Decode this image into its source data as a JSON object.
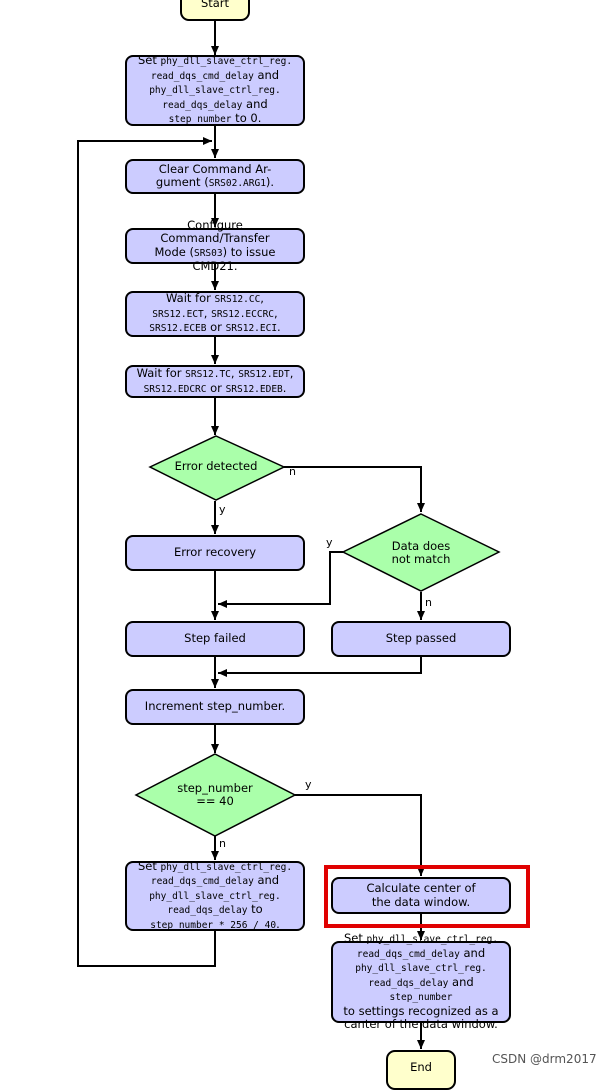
{
  "nodes": {
    "start": "Start",
    "init": {
      "t1": "Set ",
      "c1": "phy_dll_slave_ctrl_reg.",
      "c2": "read_dqs_cmd_delay",
      "t2": " and",
      "c3": "phy_dll_slave_ctrl_reg.",
      "c4": "read_dqs_delay",
      "t3": " and",
      "c5": "step_number",
      "t4": " to 0."
    },
    "clear_arg": {
      "t1": "Clear Command Ar-",
      "t2": "gument (",
      "c1": "SRS02.ARG1",
      "t3": ")."
    },
    "config_cmd": {
      "t1": "Configure Command/Transfer",
      "t2": "Mode (",
      "c1": "SRS03",
      "t3": ") to issue CMD21."
    },
    "wait_cc": {
      "t1": "Wait for ",
      "c1": "SRS12.CC",
      "t2": ",",
      "c2": "SRS12.ECT",
      "t3": ", ",
      "c3": "SRS12.ECCRC",
      "t4": ",",
      "c4": "SRS12.ECEB",
      "t5": " or ",
      "c5": "SRS12.ECI",
      "t6": "."
    },
    "wait_tc": {
      "t1": "Wait for ",
      "c1": "SRS12.TC",
      "t2": ", ",
      "c2": "SRS12.EDT",
      "t3": ",",
      "c3": "SRS12.EDCRC",
      "t4": " or ",
      "c4": "SRS12.EDEB",
      "t5": "."
    },
    "error_detected": "Error detected",
    "error_recovery": "Error recovery",
    "data_mismatch": {
      "l1": "Data does",
      "l2": "not match"
    },
    "step_failed": "Step failed",
    "step_passed": "Step passed",
    "increment": "Increment step_number.",
    "step_check": {
      "l1": "step_number",
      "l2": "== 40"
    },
    "set_delay": {
      "t1": "Set ",
      "c1": "phy_dll_slave_ctrl_reg.",
      "c2": "read_dqs_cmd_delay",
      "t2": " and",
      "c3": "phy_dll_slave_ctrl_reg.",
      "c4": "read_dqs_delay",
      "t3": " to",
      "c5": "step_number * 256 / 40",
      "t4": "."
    },
    "calc_center": {
      "l1": "Calculate center of",
      "l2": "the data window."
    },
    "set_final": {
      "t1": "Set ",
      "c1": "phy_dll_slave_ctrl_reg.",
      "c2": "read_dqs_cmd_delay",
      "t2": " and",
      "c3": "phy_dll_slave_ctrl_reg.",
      "c4": "read_dqs_delay",
      "t3": " and ",
      "c5": "step_number",
      "t4": "to settings recognized as a",
      "t5": "canter of the data window."
    },
    "end": "End"
  },
  "edge_labels": {
    "err_no": "n",
    "err_yes": "y",
    "mismatch_yes": "y",
    "mismatch_no": "n",
    "check_yes": "y",
    "check_no": "n"
  },
  "watermark": "CSDN @drm2017",
  "colors": {
    "process_fill": "#ccccff",
    "decision_fill": "#aaffaa",
    "terminal_fill": "#ffffcc",
    "highlight": "#e00000"
  }
}
